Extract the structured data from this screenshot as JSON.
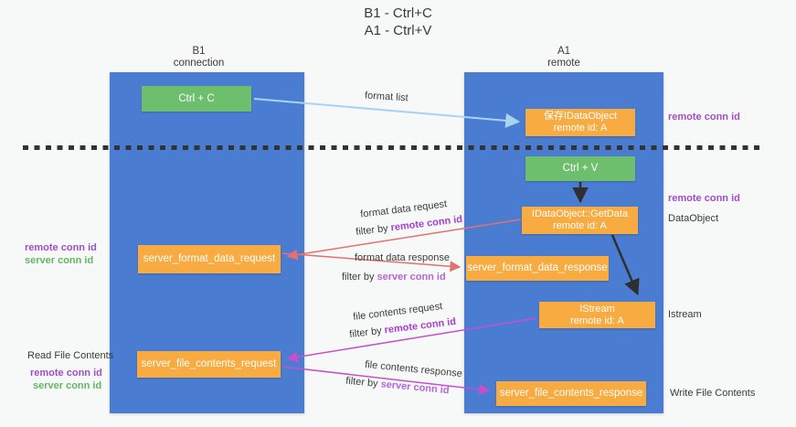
{
  "title": {
    "line1": "B1 - Ctrl+C",
    "line2": "A1 - Ctrl+V"
  },
  "lanes": {
    "left": {
      "name": "B1",
      "role": "connection"
    },
    "right": {
      "name": "A1",
      "role": "remote"
    }
  },
  "nodes": {
    "ctrl_c": {
      "label": "Ctrl + C"
    },
    "save_idataobject": {
      "line1": "保存IDataObject",
      "line2": "remote id: A"
    },
    "ctrl_v": {
      "label": "Ctrl + V"
    },
    "getdata": {
      "line1": "IDataObject::GetData",
      "line2": "remote id: A"
    },
    "format_request": {
      "label": "server_format_data_request"
    },
    "format_response": {
      "label": "server_format_data_response"
    },
    "istream": {
      "line1": "IStream",
      "line2": "remote id: A"
    },
    "file_request": {
      "label": "server_file_contents_request"
    },
    "file_response": {
      "label": "server_file_contents_response"
    }
  },
  "edges": {
    "format_list": {
      "label": "format list"
    },
    "format_data_request": {
      "label": "format data request",
      "filter_prefix": "filter by ",
      "filter_key": "remote conn id"
    },
    "format_data_response": {
      "label": "format data response",
      "filter_prefix": "filter by ",
      "filter_key": "server conn id"
    },
    "file_contents_request": {
      "label": "file contents request",
      "filter_prefix": "filter by ",
      "filter_key": "remote conn id"
    },
    "file_contents_response": {
      "label": "file contents response",
      "filter_prefix": "filter by ",
      "filter_key": "server conn id"
    }
  },
  "side_labels": {
    "left": {
      "format_remote": "remote conn id",
      "format_server": "server conn id",
      "read_file": "Read File Contents",
      "file_remote": "remote conn id",
      "file_server": "server conn id"
    },
    "right": {
      "top_remote": "remote conn id",
      "mid_remote": "remote conn id",
      "dataobject": "DataObject",
      "istream": "Istream",
      "write_file": "Write File Contents"
    }
  },
  "colors": {
    "lane_blue": "#4a7dd2",
    "green_box": "#6dbf6d",
    "orange_box": "#f7ab41",
    "purple_text": "#a14fc9",
    "green_text": "#62b862",
    "blue_arrow": "#a9d3f2",
    "red_arrow": "#e57070",
    "magenta_arrow": "#c94fc9",
    "black_arrow": "#2f2f2f"
  }
}
